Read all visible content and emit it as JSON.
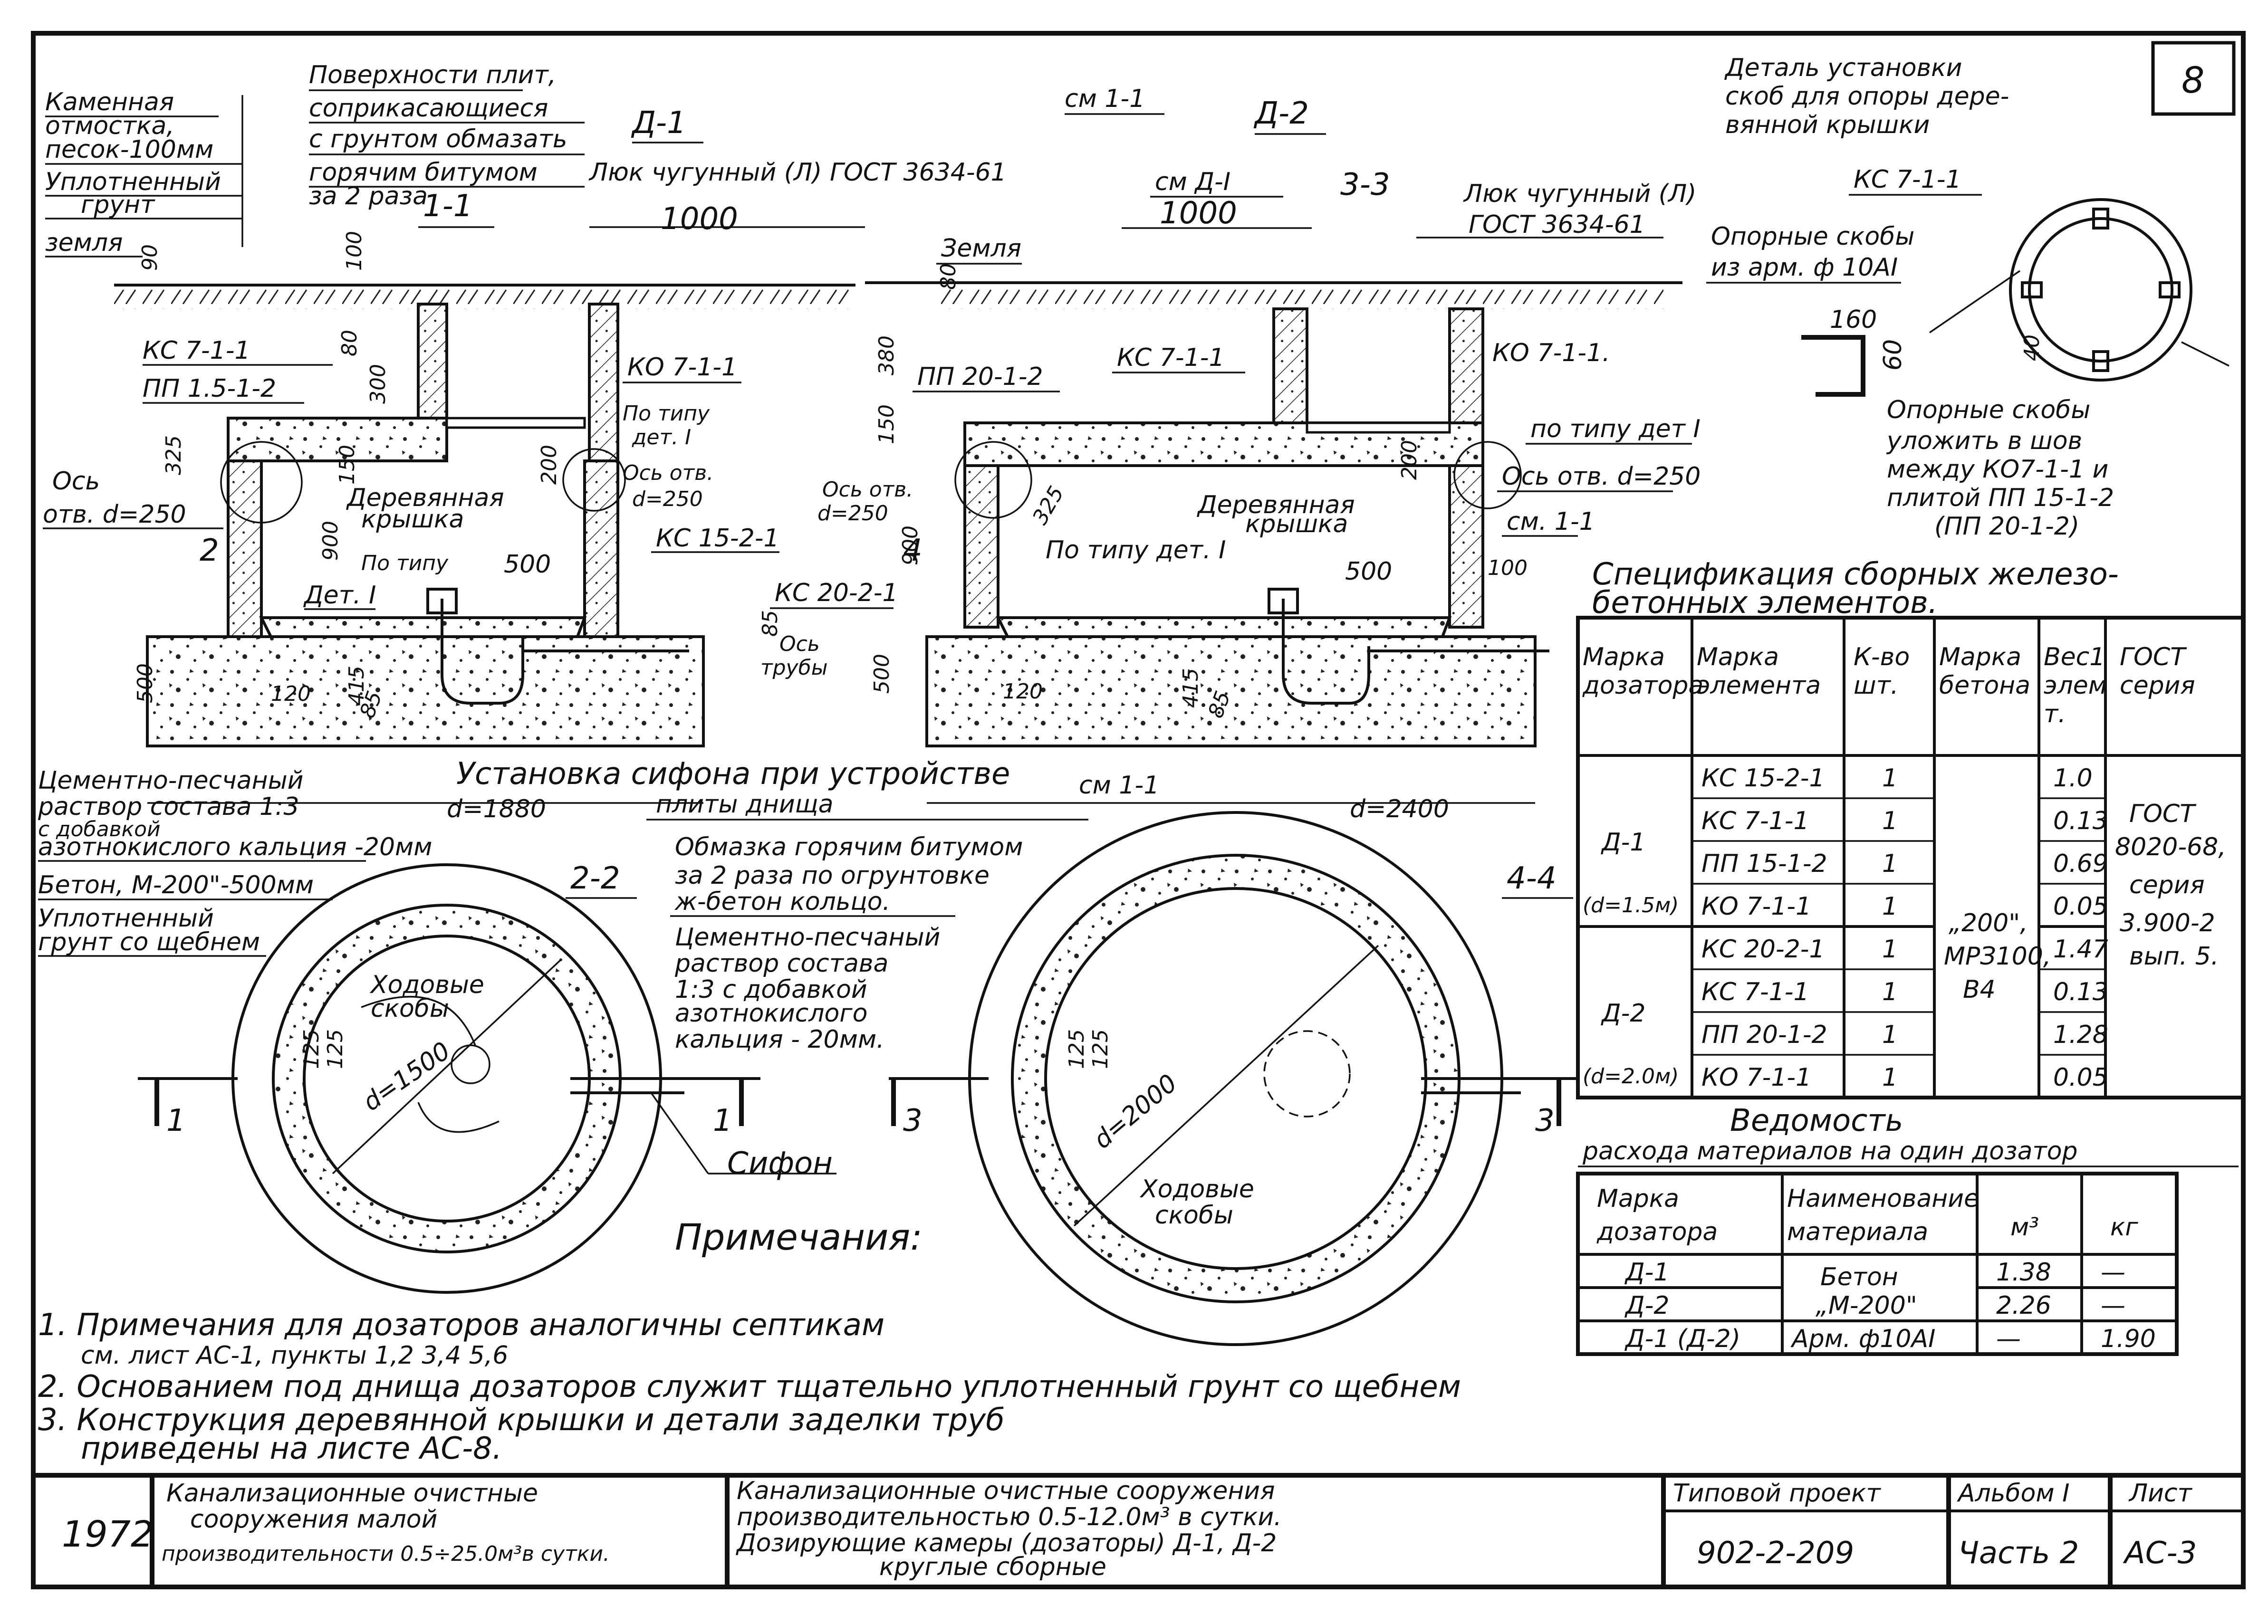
{
  "sheet": {
    "number": "8",
    "frame_color": "#111111",
    "paper_color": "#ffffff"
  },
  "top_left_notes": {
    "paving": [
      "Каменная",
      "отмостка,",
      "песок-100мм"
    ],
    "compacted": [
      "Уплотненный",
      "грунт"
    ],
    "ground": "земля",
    "coat_note": [
      "Поверхности плит,",
      "соприкасающиеся",
      "с грунтом обмазать",
      "горячим битумом",
      "за 2 раза"
    ]
  },
  "d1": {
    "title": "Д-1",
    "hatch_note": "Люк чугунный (Л) ГОСТ 3634-61",
    "section_11": "1-1",
    "dim_1000": "1000",
    "labels": {
      "ks711": "КС 7-1-1",
      "pp1512": "ПП 1.5-1-2",
      "ko711": "КО 7-1-1",
      "po_tipu_det": [
        "По типу",
        "дет. I"
      ],
      "os_otv_left": [
        "Ось",
        "отв. d=250"
      ],
      "os_otv_right": [
        "Ось отв.",
        "d=250"
      ],
      "wood_cover": [
        "Деревянная",
        "крышка"
      ],
      "po_tipu": "По типу",
      "det1": "Дет. I",
      "ks1521": "КС 15-2-1",
      "dim_500": "500",
      "dim_120": "120",
      "dim_85": "85",
      "dim_415": "415",
      "dim_900": "900",
      "dim_300": "300",
      "dim_325": "325",
      "dim_150": "150",
      "dim_200": "200",
      "dim_90": "90",
      "dim_100": "100",
      "dim_80": "80",
      "dim_500v": "500",
      "sec_2": "2",
      "dim_d1880": "d=1880"
    }
  },
  "d2": {
    "title": "Д-2",
    "ref_sm11": "см 1-1",
    "ref_smd1": "см Д-I",
    "section_33": "3-3",
    "hatch_note": [
      "Люк чугунный (Л)",
      "ГОСТ 3634-61"
    ],
    "dim_1000": "1000",
    "ground": "Земля",
    "labels": {
      "pp2012": "ПП 20-1-2",
      "ks711": "КС 7-1-1",
      "ko711": "КО 7-1-1.",
      "po_tipu_det": "по типу дет I",
      "os_otv": "Ось отв. d=250",
      "os_otv_left": [
        "Ось отв.",
        "d=250"
      ],
      "wood_cover": [
        "Деревянная",
        "крышка"
      ],
      "po_tipu_det1": "По типу дет. I",
      "ks2021": "КС 20-2-1",
      "sm11": "см. 1-1",
      "dim_500": "500",
      "dim_120": "120",
      "dim_85": "85",
      "dim_415": "415",
      "dim_900": "900",
      "dim_380": "380",
      "dim_150": "150",
      "dim_325": "325",
      "dim_200": "200",
      "dim_100": "100",
      "dim_80": "80",
      "sec_4": "4",
      "dim_d2400": "d=2400",
      "os_truby": [
        "Ось",
        "трубы"
      ],
      "dim_85b": "85",
      "dim_500v": "500",
      "sm11_bottom": "см 1-1"
    }
  },
  "detail": {
    "title": [
      "Деталь установки",
      "скоб для опоры дере-",
      "вянной крышки"
    ],
    "ring_label": "КС 7-1-1",
    "brackets": [
      "Опорные скобы",
      "из арм. ф 10АI"
    ],
    "dim_160": "160",
    "dim_60": "60",
    "dim_40": "40",
    "place_note": [
      "Опорные скобы",
      "уложить в шов",
      "между КО7-1-1 и",
      "плитой ПП 15-1-2",
      "(ПП 20-1-2)"
    ]
  },
  "mid_notes": {
    "cement": [
      "Цементно-песчаный",
      "раствор состава 1:3",
      "с добавкой",
      "азотнокислого кальция -20мм"
    ],
    "concrete": "Бетон, М-200\"-500мм",
    "gravel": [
      "Уплотненный",
      "грунт со щебнем"
    ],
    "siphon_install": [
      "Установка сифона при устройстве",
      "плиты днища"
    ],
    "bitumen": [
      "Обмазка горячим битумом",
      "за 2 раза по огрунтовке",
      "ж-бетон кольцо."
    ],
    "cement2": [
      "Цементно-песчаный",
      "раствор состава",
      "1:3 с добавкой",
      "азотнокислого",
      "кальция - 20мм."
    ]
  },
  "plan_22": {
    "title": "2-2",
    "ladder": [
      "Ходовые",
      "скобы"
    ],
    "dim_125a": "125",
    "dim_125b": "125",
    "dim_d": "d=1500",
    "cut_left": "1",
    "cut_right": "1",
    "siphon": "Сифон"
  },
  "plan_44": {
    "title": "4-4",
    "ladder": [
      "Ходовые",
      "скобы"
    ],
    "dim_125a": "125",
    "dim_125b": "125",
    "dim_d": "d=2000",
    "cut_left": "3",
    "cut_right": "3"
  },
  "spec_table": {
    "title": [
      "Спецификация сборных железо-",
      "бетонных элементов."
    ],
    "headers": [
      "Марка дозатора",
      "Марка элемента",
      "К-во шт.",
      "Марка бетона",
      "Вес 1 элем. т.",
      "ГОСТ серия"
    ],
    "header_lines": [
      [
        "Марка",
        "дозатора"
      ],
      [
        "Марка",
        "элемента"
      ],
      [
        "К-во",
        "шт."
      ],
      [
        "Марка",
        "бетона"
      ],
      [
        "Вес1",
        "элем",
        "т."
      ],
      [
        "ГОСТ",
        "серия"
      ]
    ],
    "groups": [
      {
        "dozator": [
          "Д-1",
          "(d=1.5м)"
        ],
        "rows": [
          [
            "КС 15-2-1",
            "1",
            "1.0"
          ],
          [
            "КС 7-1-1",
            "1",
            "0.13"
          ],
          [
            "ПП 15-1-2",
            "1",
            "0.69"
          ],
          [
            "КО 7-1-1",
            "1",
            "0.05"
          ]
        ]
      },
      {
        "dozator": [
          "Д-2",
          "(d=2.0м)"
        ],
        "rows": [
          [
            "КС 20-2-1",
            "1",
            "1.47"
          ],
          [
            "КС 7-1-1",
            "1",
            "0.13"
          ],
          [
            "ПП 20-1-2",
            "1",
            "1.28"
          ],
          [
            "КО 7-1-1",
            "1",
            "0.05"
          ]
        ]
      }
    ],
    "beton": [
      "„200\",",
      "МРЗ100,",
      "В4"
    ],
    "gost": [
      "ГОСТ",
      "8020-68,",
      "серия",
      "3.900-2",
      "вып. 5."
    ]
  },
  "materials_table": {
    "title": [
      "Ведомость",
      "расхода материалов на один дозатор"
    ],
    "headers": [
      [
        "Марка",
        "дозатора"
      ],
      [
        "Наименование",
        "материала"
      ],
      [
        "м³"
      ],
      [
        "кг"
      ]
    ],
    "rows": [
      [
        "Д-1",
        "1.38",
        "—"
      ],
      [
        "Д-2",
        "2.26",
        "—"
      ],
      [
        "Д-1 (Д-2)",
        "—",
        "1.90"
      ]
    ],
    "beton_name": [
      "Бетон",
      "„М-200\""
    ],
    "arm_name": "Арм. ф10АI"
  },
  "notes": {
    "title": "Примечания:",
    "items": [
      [
        "1. Примечания для дозаторов аналогичны септикам",
        "см. лист АС-1, пункты 1,2 3,4 5,6"
      ],
      [
        "2. Основанием под днища дозаторов служит тщательно уплотненный грунт со щебнем"
      ],
      [
        "3. Конструкция деревянной крышки и детали заделки труб",
        "приведены на листе АС-8."
      ]
    ]
  },
  "title_block": {
    "year": "1972",
    "project_left": [
      "Канализационные очистные",
      "сооружения малой",
      "производительности 0.5÷25.0м³в сутки."
    ],
    "project_main": [
      "Канализационные очистные сооружения",
      "производительностью 0.5-12.0м³ в сутки.",
      "Дозирующие камеры (дозаторы) Д-1, Д-2",
      "круглые сборные"
    ],
    "type_label": "Типовой проект",
    "type_value": "902-2-209",
    "album_label": "Альбом I",
    "album_value": "Часть 2",
    "sheet_label": "Лист",
    "sheet_value": "АС-3"
  }
}
